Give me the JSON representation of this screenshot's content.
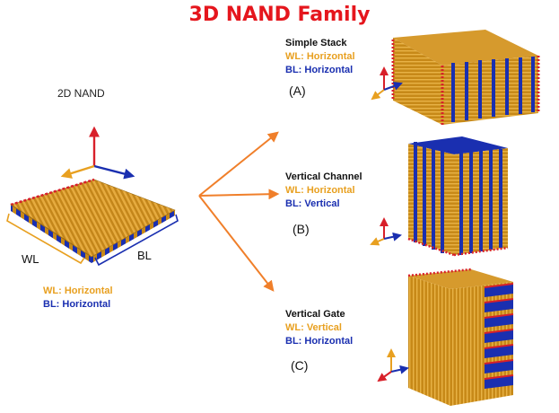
{
  "title": "3D NAND Family",
  "nand2d": {
    "label": "2D NAND",
    "dim_wl": "WL",
    "dim_bl": "BL",
    "wl_line": "WL: Horizontal",
    "bl_line": "BL:  Horizontal"
  },
  "variant_a": {
    "name": "Simple Stack",
    "wl_line": "WL: Horizontal",
    "bl_line": "BL:  Horizontal",
    "tag": "(A)"
  },
  "variant_b": {
    "name": "Vertical Channel",
    "wl_line": "WL: Horizontal",
    "bl_line": "BL:  Vertical",
    "tag": "(B)"
  },
  "variant_c": {
    "name": "Vertical Gate",
    "wl_line": "WL: Vertical",
    "bl_line": "BL:  Horizontal",
    "tag": "(C)"
  },
  "colors": {
    "title": "#e5161d",
    "wordline": "#d9901f",
    "bitline": "#1a2fb0",
    "accent_red": "#d8202a",
    "arrow_orange": "#f07f2a"
  }
}
